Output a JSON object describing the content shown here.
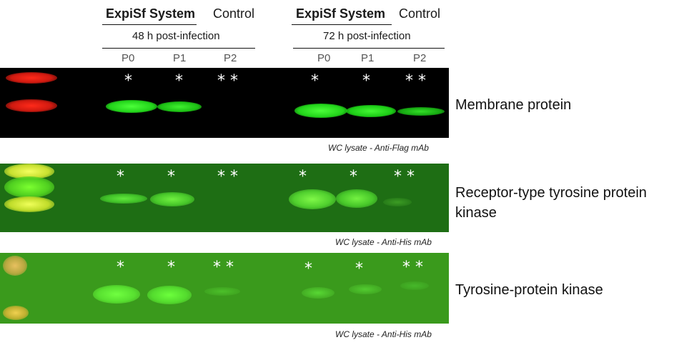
{
  "header": {
    "left": {
      "system": "ExpiSf System",
      "control": "Control",
      "timepoint": "48 h post-infection",
      "lanes": [
        "P0",
        "P1",
        "P2"
      ]
    },
    "right": {
      "system": "ExpiSf System",
      "control": "Control",
      "timepoint": "72 h post-infection",
      "lanes": [
        "P0",
        "P1",
        "P2"
      ]
    }
  },
  "blots": [
    {
      "protein": "Membrane protein",
      "caption": "WC lysate - Anti-Flag mAb",
      "background": "#000000"
    },
    {
      "protein": "Receptor-type tyrosine protein kinase",
      "caption": "WC lysate - Anti-His mAb",
      "background": "#1e6e14"
    },
    {
      "protein": "Tyrosine-protein kinase",
      "caption": "WC lysate - Anti-His mAb",
      "background": "#3a9a1c"
    }
  ],
  "markers": {
    "single": "*",
    "double": "* *"
  }
}
